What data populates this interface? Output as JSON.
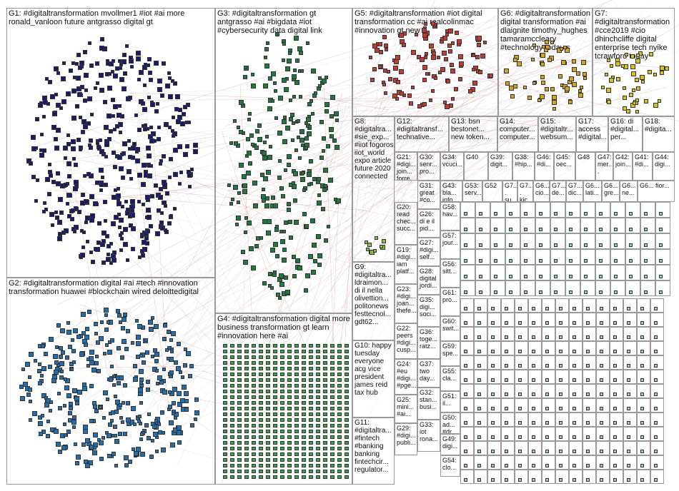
{
  "colors": {
    "g1": "#1a1a6e",
    "g2": "#1f6fb2",
    "g3": "#1e7a3c",
    "g4": "#3aa548",
    "g5": "#c23b2e",
    "g6": "#d9a21b",
    "g7": "#d9c21b",
    "edge": "#c45050"
  },
  "groups": [
    {
      "id": "G1",
      "label": "G1: #digitaltransformation mvollmer1 #iot #ai more ronald_vanloon future antgrasso digital gt"
    },
    {
      "id": "G2",
      "label": "G2: #digitaltransformation digital #ai #tech #innovation transformation huawei #blockchain wired deloittedigital"
    },
    {
      "id": "G3",
      "label": "G3: #digitaltransformation gt antgrasso #ai #bigdata #iot #cybersecurity data digital link"
    },
    {
      "id": "G4",
      "label": "G4: #digitaltransformation digital more business transformation gt learn #innovation here #ai"
    },
    {
      "id": "G5",
      "label": "G5: #digitaltransformation #iot digital transformation cc #ai realcolinmac #innovation gt new"
    },
    {
      "id": "G6",
      "label": "G6: #digitaltransformation digital transformation #ai dlaignite timothy_hughes tamaramccleary #technology today s"
    },
    {
      "id": "G7",
      "label": "G7: #digitaltransformation #cce2019 #cio dhinchcliffe digital enterprise tech nyike tcrawford today"
    },
    {
      "id": "G8",
      "label": "G8: #digitaltra... #sie_exp... #iiot fogoros iiot_world expo article future 2020 connected"
    },
    {
      "id": "G9",
      "label": "G9: #digitaltra... ldraimon... di il nella olivettion... politonews festtecnol... gdt62..."
    },
    {
      "id": "G10",
      "label": "G10: happy tuesday everyone acg vice president james reid tax hub"
    },
    {
      "id": "G11",
      "label": "G11: #digitaltra... #fintech #banking banking fintechcir... regulator..."
    },
    {
      "id": "G12",
      "label": "G12: #digitaltransf... technative..."
    },
    {
      "id": "G13",
      "label": "G13: bsn bestonet... new token..."
    },
    {
      "id": "G14",
      "label": "G14: computer... computer..."
    },
    {
      "id": "G15",
      "label": "G15: #digitaltr... websum..."
    },
    {
      "id": "G17",
      "label": "G17: access #digital..."
    },
    {
      "id": "G16",
      "label": "G16: di #digital... per..."
    },
    {
      "id": "G18",
      "label": "G18: #digita..."
    },
    {
      "id": "G21",
      "label": "G21: #digi... join... forre..."
    },
    {
      "id": "G30",
      "label": "G30: senr... pro..."
    },
    {
      "id": "G34",
      "label": "G34: vcuci..."
    },
    {
      "id": "G40",
      "label": "G40"
    },
    {
      "id": "G39",
      "label": "G39: digit..."
    },
    {
      "id": "G38",
      "label": "G38: #hip..."
    },
    {
      "id": "G46",
      "label": "G46: #di..."
    },
    {
      "id": "G45",
      "label": "G45: oec..."
    },
    {
      "id": "G48",
      "label": "G48"
    },
    {
      "id": "G47",
      "label": "G47: mer..."
    },
    {
      "id": "G42",
      "label": "G42: join..."
    },
    {
      "id": "G41",
      "label": "G41: #di..."
    },
    {
      "id": "G44",
      "label": "G44: digi..."
    },
    {
      "id": "G43",
      "label": "G43: bla... info..."
    },
    {
      "id": "G53",
      "label": "G53: serv..."
    },
    {
      "id": "G52",
      "label": "G52"
    },
    {
      "id": "G7b",
      "label": "G7... su..."
    },
    {
      "id": "G7c",
      "label": "G7... kic..."
    },
    {
      "id": "G6b",
      "label": "G6... cio..."
    },
    {
      "id": "G7d",
      "label": "G7... de..."
    },
    {
      "id": "G7e",
      "label": "G7... dic..."
    },
    {
      "id": "G6c",
      "label": "G6... lati..."
    },
    {
      "id": "G6d",
      "label": "G6... gre..."
    },
    {
      "id": "G6e",
      "label": "G6... ne..."
    },
    {
      "id": "G6f",
      "label": "G6... fior..."
    },
    {
      "id": "G20",
      "label": "G20: read chec... succ..."
    },
    {
      "id": "G31",
      "label": "G31: great #co..."
    },
    {
      "id": "G58",
      "label": "G58: hav..."
    },
    {
      "id": "G26",
      "label": "G26: di e il pid..."
    },
    {
      "id": "G57",
      "label": "G57: jour..."
    },
    {
      "id": "G19",
      "label": "G19: #digi... iam platf..."
    },
    {
      "id": "G27",
      "label": "G27: #digi... self..."
    },
    {
      "id": "G56",
      "label": "G56: sitt..."
    },
    {
      "id": "G23",
      "label": "G23: #digi... joan... thefe..."
    },
    {
      "id": "G28",
      "label": "G28: digital jordi..."
    },
    {
      "id": "G61",
      "label": "G61: pro..."
    },
    {
      "id": "G60",
      "label": "G60: swit..."
    },
    {
      "id": "G22",
      "label": "G22: peers #digi... cusp..."
    },
    {
      "id": "G35",
      "label": "G35: digi... soci..."
    },
    {
      "id": "G59",
      "label": "G59: spe..."
    },
    {
      "id": "G36",
      "label": "G36: toge... ratz..."
    },
    {
      "id": "G55",
      "label": "G55: cla..."
    },
    {
      "id": "G24",
      "label": "G24: #eu #digi... #pge..."
    },
    {
      "id": "G37",
      "label": "G37: two day..."
    },
    {
      "id": "G51",
      "label": "G51: il..."
    },
    {
      "id": "G25",
      "label": "G25: mini... #ai..."
    },
    {
      "id": "G32",
      "label": "G32: stan... busi..."
    },
    {
      "id": "G50",
      "label": "G50: ad... #dr..."
    },
    {
      "id": "G49",
      "label": "G49: digi..."
    },
    {
      "id": "G29",
      "label": "G29: #digi... publi..."
    },
    {
      "id": "G33",
      "label": "G33: iot rona..."
    },
    {
      "id": "G54",
      "label": "G54: clo..."
    }
  ]
}
